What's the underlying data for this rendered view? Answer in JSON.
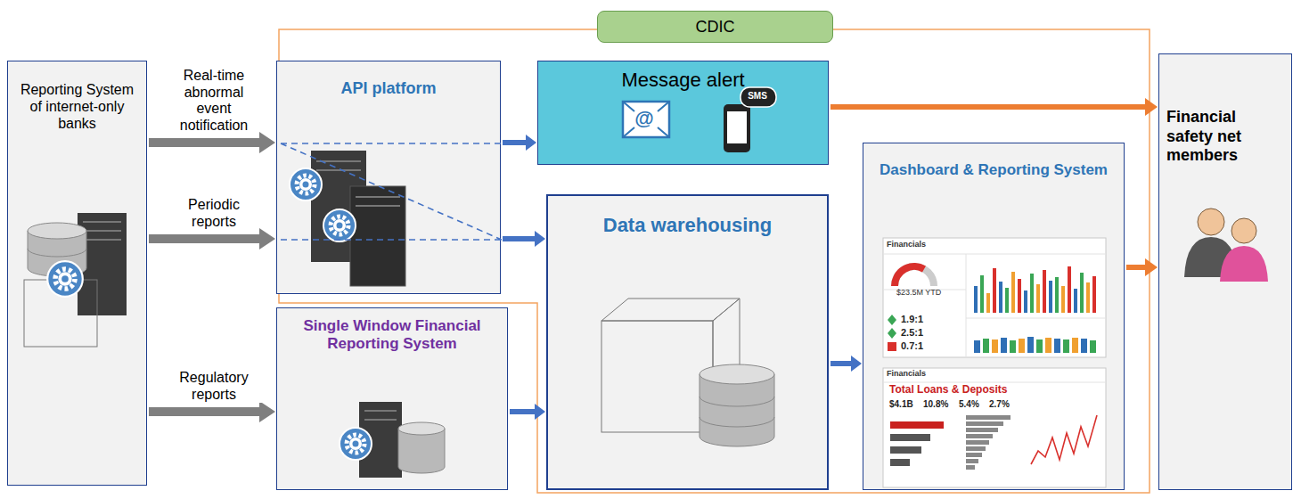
{
  "diagram": {
    "nodes": [
      {
        "text": [
          "Reporting System of internet-only banks"
        ]
      },
      {
        "text": [
          "API platform"
        ]
      },
      {
        "text": [
          "CDIC"
        ]
      },
      {
        "text": [
          "Message alert"
        ]
      },
      {
        "text": [
          "Data warehousing"
        ]
      },
      {
        "text": [
          "Single Window Financial Reporting System"
        ]
      },
      {
        "text": [
          "Dashboard & Reporting System"
        ]
      },
      {
        "text": [
          "Financial safety net members"
        ]
      }
    ],
    "edges": [
      {
        "from": 0,
        "to": 1,
        "label": "Real-time abnormal event notification",
        "arrow": "to"
      },
      {
        "from": 0,
        "to": 1,
        "label": "Periodic reports",
        "arrow": "to"
      },
      {
        "from": 0,
        "to": 5,
        "label": "Regulatory reports",
        "arrow": "to"
      },
      {
        "from": 1,
        "to": 3,
        "arrow": "to"
      },
      {
        "from": 1,
        "to": 4,
        "arrow": "to"
      },
      {
        "from": 5,
        "to": 4,
        "arrow": "to"
      },
      {
        "from": 4,
        "to": 6,
        "arrow": "to"
      },
      {
        "from": 3,
        "to": 7,
        "arrow": "to"
      },
      {
        "from": 6,
        "to": 7,
        "arrow": "to"
      }
    ],
    "labels": [
      "@",
      "SMS",
      "Financials",
      "$23.5M YTD",
      "1.9:1",
      "2.5:1",
      "0.7:1",
      "Financials",
      "Total Loans & Deposits",
      "$4.1B",
      "10.8%",
      "5.4%",
      "2.7%"
    ]
  }
}
